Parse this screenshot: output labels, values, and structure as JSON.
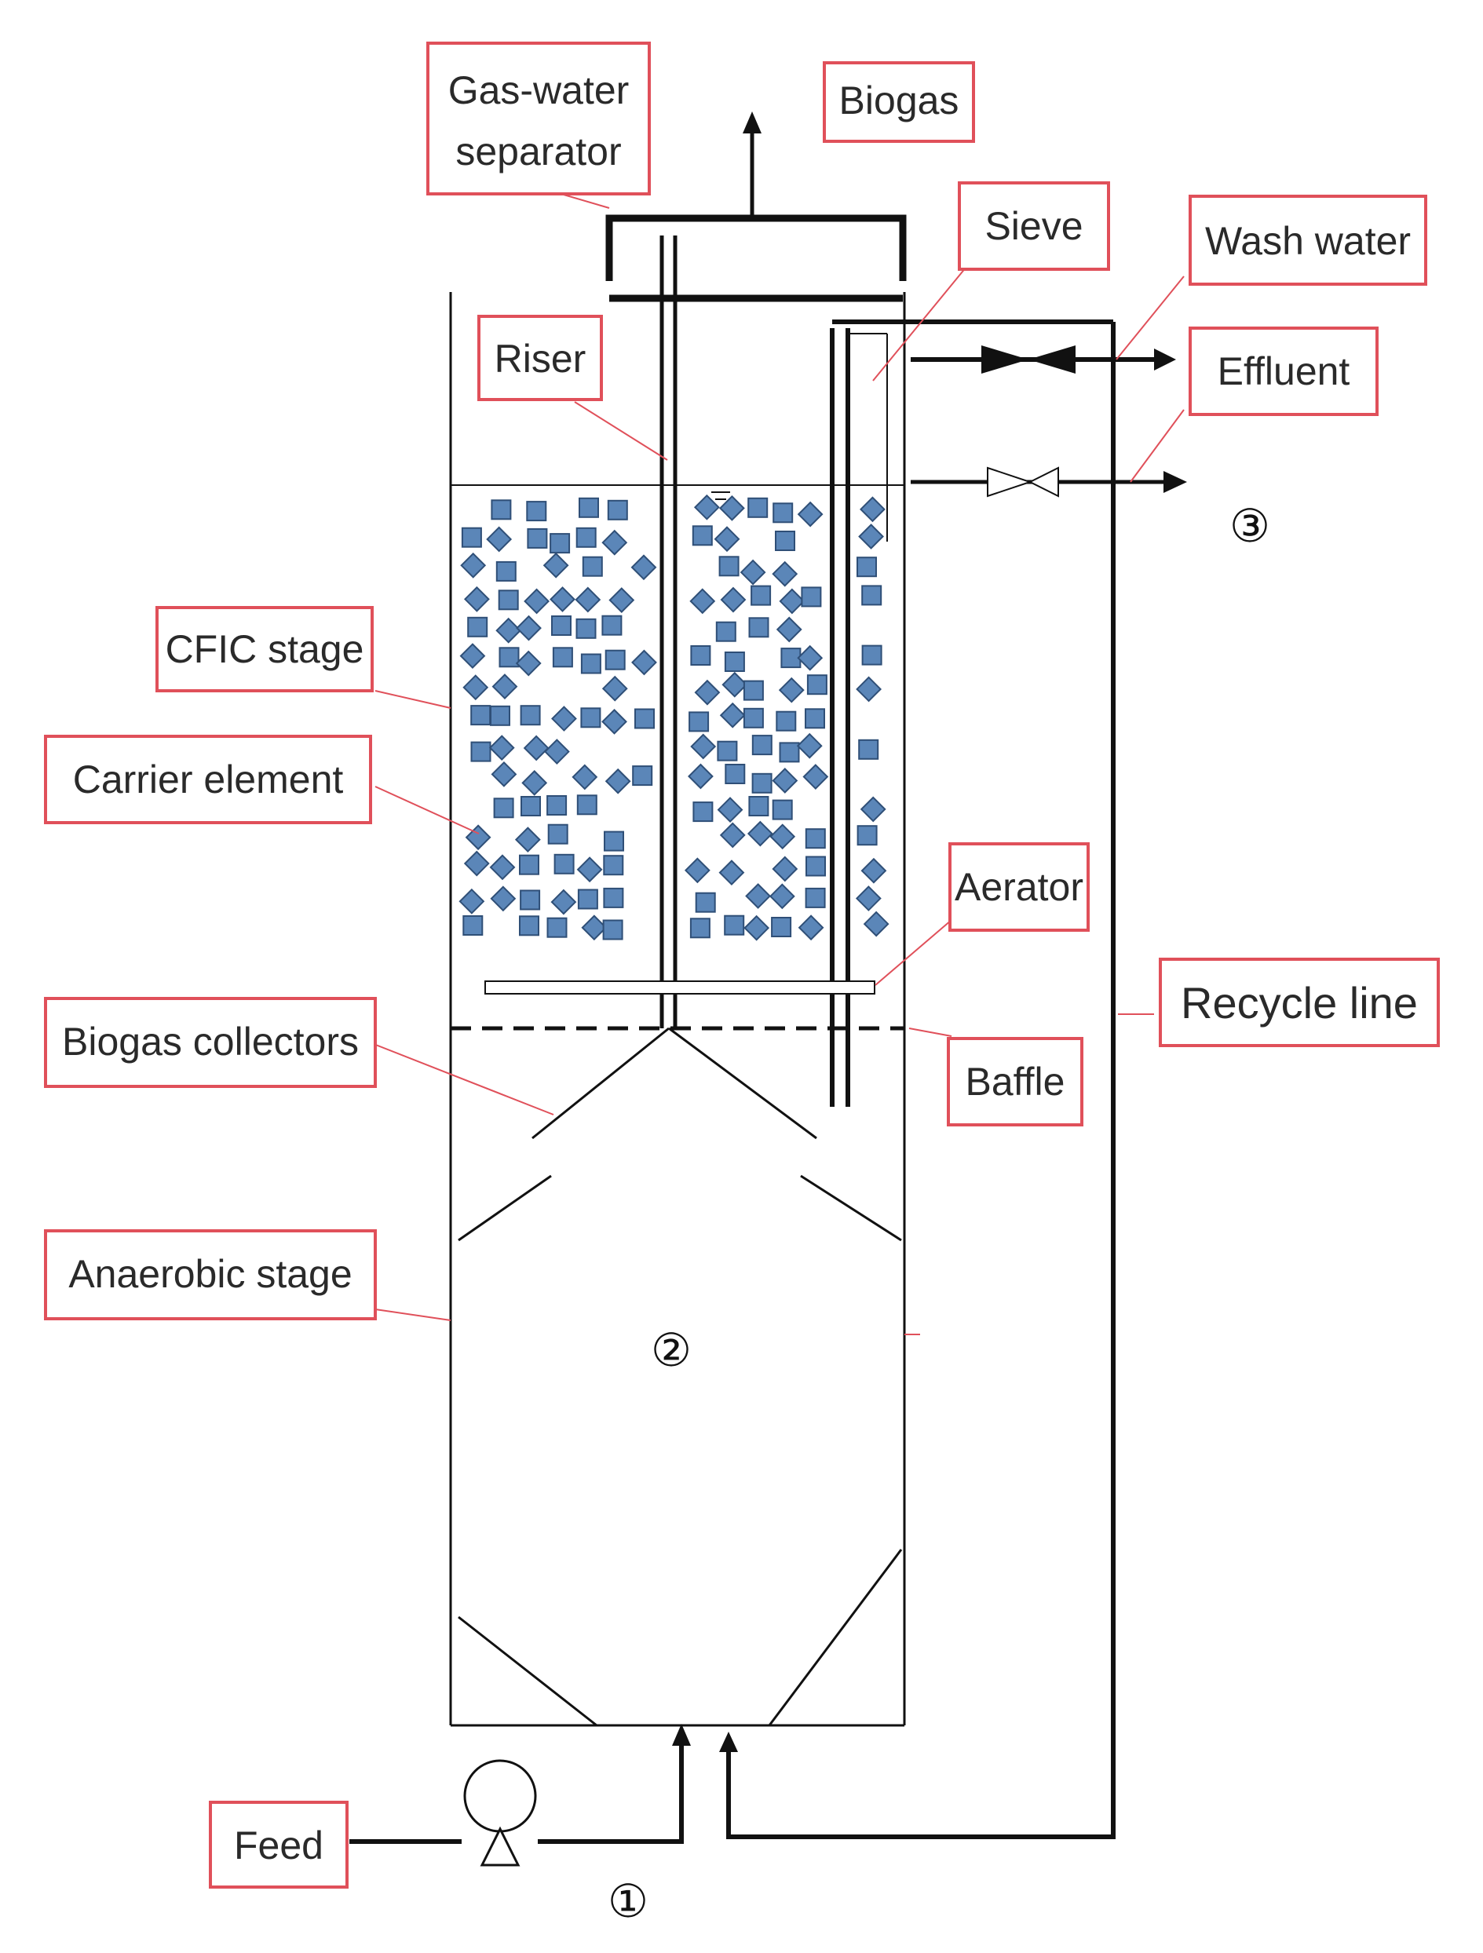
{
  "labels": {
    "gas_water_separator_line1": "Gas-water",
    "gas_water_separator_line2": "separator",
    "biogas": "Biogas",
    "sieve": "Sieve",
    "wash_water": "Wash water",
    "riser": "Riser",
    "effluent": "Effluent",
    "cfic_stage": "CFIC stage",
    "carrier_element": "Carrier element",
    "aerator": "Aerator",
    "recycle_line": "Recycle line",
    "biogas_collectors": "Biogas collectors",
    "baffle": "Baffle",
    "anaerobic_stage": "Anaerobic stage",
    "feed": "Feed"
  },
  "numbers": {
    "n1": "①",
    "n2": "②",
    "n3": "③"
  },
  "colors": {
    "label_border": "#e0505a",
    "carrier_fill": "#5b86b8",
    "carrier_stroke": "#2f4f77",
    "line": "#111111"
  }
}
